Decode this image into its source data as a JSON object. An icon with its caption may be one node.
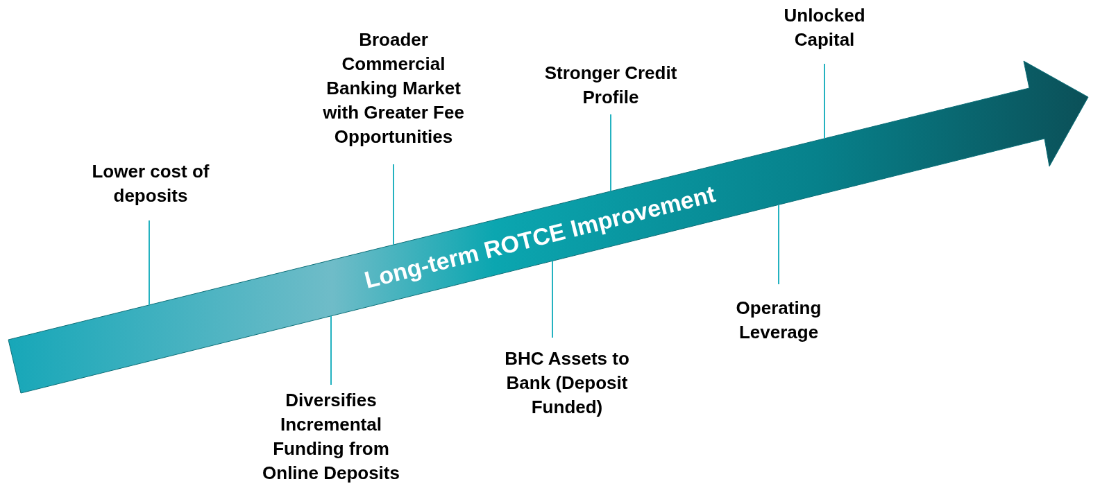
{
  "diagram": {
    "nodes": [
      {
        "text": [
          "Long-term ROTCE Improvement"
        ]
      },
      {
        "text": [
          "Lower cost of deposits"
        ]
      },
      {
        "text": [
          "Broader Commercial Banking Market with Greater Fee Opportunities"
        ]
      },
      {
        "text": [
          "Stronger Credit Profile"
        ]
      },
      {
        "text": [
          "Unlocked Capital"
        ]
      },
      {
        "text": [
          "Diversifies Incremental Funding from Online Deposits"
        ]
      },
      {
        "text": [
          "BHC Assets to Bank (Deposit Funded)"
        ]
      },
      {
        "text": [
          "Operating Leverage"
        ]
      }
    ],
    "edges": [
      {
        "from": 1,
        "to": 0,
        "arrow": "none"
      },
      {
        "from": 2,
        "to": 0,
        "arrow": "none"
      },
      {
        "from": 3,
        "to": 0,
        "arrow": "none"
      },
      {
        "from": 4,
        "to": 0,
        "arrow": "none"
      },
      {
        "from": 5,
        "to": 0,
        "arrow": "none"
      },
      {
        "from": 6,
        "to": 0,
        "arrow": "none"
      },
      {
        "from": 7,
        "to": 0,
        "arrow": "none"
      }
    ]
  }
}
